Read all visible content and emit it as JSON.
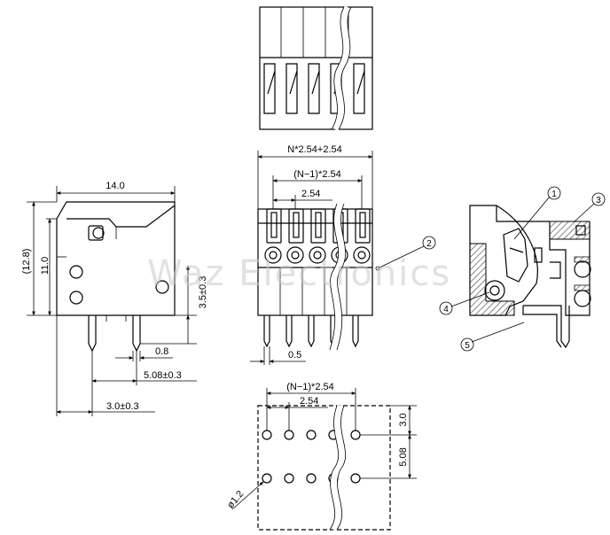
{
  "watermark": "Waz Electronics",
  "colors": {
    "line": "#000000",
    "background": "#ffffff",
    "watermark": "#c9c9c9",
    "hatch": "#555555"
  },
  "dims": {
    "side_width": "14.0",
    "side_height": "(12.8)",
    "side_inner_height": "11.0",
    "pin_height": "3.5±0.3",
    "pin_width": "0.8",
    "pin_pitch_side": "5.08±0.3",
    "pin_offset": "3.0±0.3",
    "front_total": "N*2.54+2.54",
    "front_n1": "(N−1)*2.54",
    "front_pitch": "2.54",
    "front_pin": "0.5",
    "bottom_n1": "(N−1)*2.54",
    "bottom_pitch": "2.54",
    "bottom_row_offset": "3.0",
    "bottom_row_pitch": "5.08",
    "hole_dia": "ø1.2"
  },
  "callouts": [
    "1",
    "2",
    "3",
    "4",
    "5"
  ]
}
